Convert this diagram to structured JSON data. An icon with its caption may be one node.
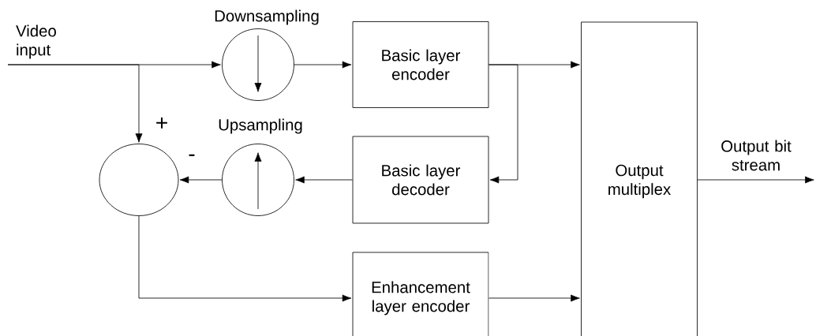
{
  "diagram": {
    "nodes": [
      {
        "text": [
          "Downsampling"
        ]
      },
      {
        "text": [
          "Basic layer encoder"
        ]
      },
      {
        "text": [
          "Upsampling"
        ]
      },
      {
        "text": [
          "Basic layer decoder"
        ]
      },
      {
        "text": [],
        "shape": "circle"
      },
      {
        "text": [
          "Enhancement layer encoder"
        ]
      },
      {
        "text": [
          "Output multiplex"
        ]
      }
    ],
    "edges": [
      {
        "from": null,
        "to": 0,
        "arrow": "to",
        "label": "Video input"
      },
      {
        "from": null,
        "to": 4,
        "arrow": "to"
      },
      {
        "from": 0,
        "to": 1,
        "arrow": "to"
      },
      {
        "from": 1,
        "to": 6,
        "arrow": "to"
      },
      {
        "from": 1,
        "to": 3,
        "arrow": "to"
      },
      {
        "from": 3,
        "to": 2,
        "arrow": "to"
      },
      {
        "from": 2,
        "to": 4,
        "arrow": "to"
      },
      {
        "from": 4,
        "to": 5,
        "arrow": "to"
      },
      {
        "from": 5,
        "to": 6,
        "arrow": "to"
      },
      {
        "from": 6,
        "to": null,
        "arrow": "to",
        "label": "Output bit stream"
      }
    ],
    "labels": [
      "+",
      "-"
    ]
  }
}
